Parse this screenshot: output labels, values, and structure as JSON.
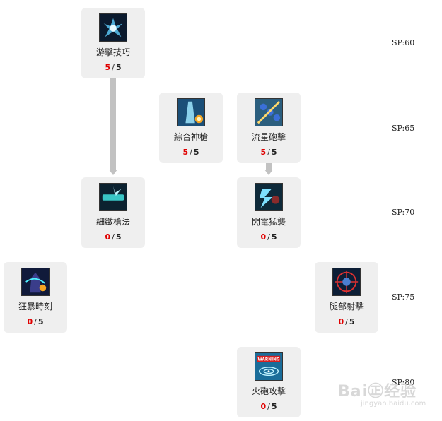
{
  "tiers": [
    {
      "label": "SP:60"
    },
    {
      "label": "SP:65"
    },
    {
      "label": "SP:70"
    },
    {
      "label": "SP:75"
    },
    {
      "label": "SP:80"
    }
  ],
  "skills": {
    "youji": {
      "name": "游擊技巧",
      "current": "5",
      "max": "5",
      "icon": "skill-youji-icon"
    },
    "zonghe": {
      "name": "綜合神槍",
      "current": "5",
      "max": "5",
      "icon": "skill-zonghe-icon"
    },
    "liuxing": {
      "name": "流星砲擊",
      "current": "5",
      "max": "5",
      "icon": "skill-liuxing-icon"
    },
    "xini": {
      "name": "細緻槍法",
      "current": "0",
      "max": "5",
      "icon": "skill-xini-icon"
    },
    "shandian": {
      "name": "閃電猛襲",
      "current": "0",
      "max": "5",
      "icon": "skill-shandian-icon"
    },
    "kuangbao": {
      "name": "狂暴時刻",
      "current": "0",
      "max": "5",
      "icon": "skill-kuangbao-icon"
    },
    "tuibu": {
      "name": "腿部射擊",
      "current": "0",
      "max": "5",
      "icon": "skill-tuibu-icon"
    },
    "huopao": {
      "name": "火砲攻擊",
      "current": "0",
      "max": "5",
      "icon": "skill-huopao-icon",
      "icon_text": "WARNING"
    }
  },
  "separator": "/",
  "colors": {
    "invested": "#e00000",
    "card_bg": "#efefef",
    "link": "#c2c2c2"
  },
  "watermark": {
    "text": "Bai㊣经验",
    "sub": "jingyan.baidu.com"
  }
}
